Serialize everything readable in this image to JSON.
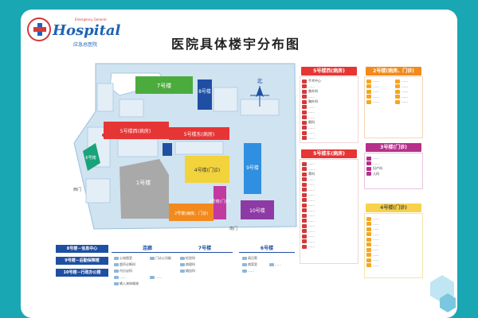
{
  "logo": {
    "wordmark": "Hospital",
    "subtitle": "Emergency General",
    "name_cn": "应急总医院"
  },
  "title": "医院具体楼宇分布图",
  "map": {
    "north_label": "北",
    "buildings": {
      "b7": "7号楼",
      "b8": "8号楼",
      "b5w": "5号楼西(病房)",
      "b5e": "5号楼东(病房)",
      "b4": "4号楼(门诊)",
      "b9": "9号楼",
      "b1": "1号楼",
      "b2": "2号楼(病房、门诊)",
      "b3": "3号楼(门诊)",
      "b10": "10号楼",
      "b6": "6号楼"
    },
    "gates": {
      "west": "西门",
      "south": "南门"
    }
  },
  "legend": [
    {
      "label": "8号楼－信息中心",
      "color": "#1f4fa3"
    },
    {
      "label": "9号楼－后勤保障楼",
      "color": "#1f4fa3"
    },
    {
      "label": "10号楼－行政办公楼",
      "color": "#1f4fa3"
    }
  ],
  "bottom_sections": [
    {
      "header": "连廊",
      "color": "#1f4fa3",
      "items": [
        "心电图室",
        "门诊心功能",
        "超声诊断科",
        "内分泌科",
        "……",
        "……",
        "输入液体输液"
      ]
    },
    {
      "header": "7号楼",
      "color": "#1f4fa3",
      "items": [
        "检验科",
        "病理科",
        "输血科"
      ]
    },
    {
      "header": "6号楼",
      "color": "#1f4fa3",
      "items": [
        "高压氧",
        "病案室",
        "……",
        "……"
      ]
    }
  ],
  "right_panels": {
    "b5w": {
      "header": "5号楼西(病房)",
      "items": [
        "手术中心",
        "……",
        "普外科",
        "……",
        "胸外科",
        "……",
        "……",
        "……",
        "眼科",
        "……",
        "……",
        "……",
        "……"
      ]
    },
    "b5e": {
      "header": "5号楼东(病房)",
      "items": [
        "……",
        "……",
        "骨科",
        "……",
        "……",
        "……",
        "……",
        "……",
        "……",
        "……",
        "……",
        "……",
        "……",
        "……",
        "……",
        "……",
        "……"
      ]
    },
    "b2": {
      "header": "2号楼(病房、门诊)",
      "items": [
        "……",
        "……",
        "……",
        "……",
        "……",
        "……",
        "……",
        "……",
        "……",
        "……"
      ]
    },
    "b3": {
      "header": "3号楼(门诊)",
      "items": [
        "……",
        "……",
        "妇产科",
        "儿科"
      ]
    },
    "b4": {
      "header": "4号楼(门诊)",
      "items": [
        "……",
        "……",
        "……",
        "……",
        "……",
        "……",
        "……",
        "……",
        "……",
        "……"
      ]
    }
  }
}
